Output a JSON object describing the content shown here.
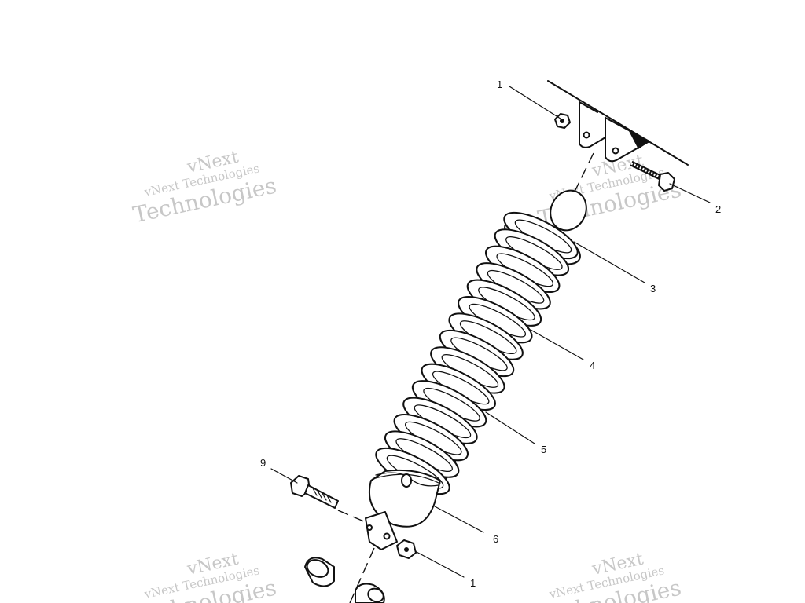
{
  "callouts": [
    {
      "id": "c1a",
      "label": "1"
    },
    {
      "id": "c2",
      "label": "2"
    },
    {
      "id": "c3",
      "label": "3"
    },
    {
      "id": "c4",
      "label": "4"
    },
    {
      "id": "c5",
      "label": "5"
    },
    {
      "id": "c6",
      "label": "6"
    },
    {
      "id": "c1b",
      "label": "1"
    },
    {
      "id": "c9",
      "label": "9"
    }
  ],
  "watermark": {
    "line1": "vNext Technologies",
    "line2": "vNext",
    "line3": "Technologies"
  }
}
